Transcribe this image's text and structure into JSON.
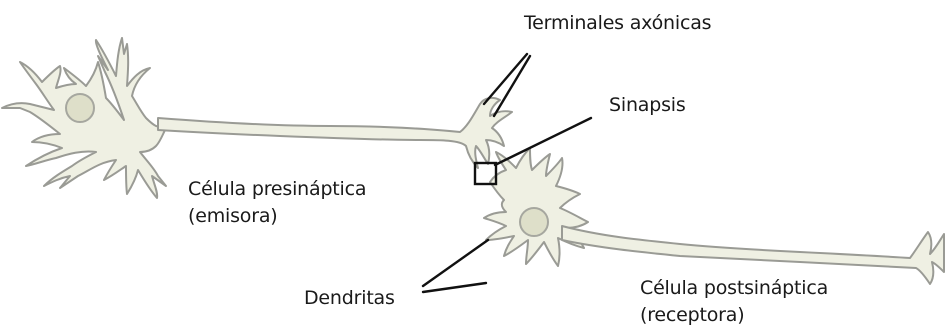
{
  "labels": {
    "axon_terminals": "Terminales axónicas",
    "synapse": "Sinapsis",
    "presynaptic_line1": "Célula presináptica",
    "presynaptic_line2": "(emisora)",
    "dendrites": "Dendritas",
    "postsynaptic_line1": "Célula postsináptica",
    "postsynaptic_line2": "(receptora)"
  },
  "colors": {
    "cell_fill": "#eff0e3",
    "cell_outline": "#9a9b95",
    "nucleus_fill": "#dedfc9",
    "pointer_lines": "#111111",
    "text": "#1a1a1a"
  }
}
